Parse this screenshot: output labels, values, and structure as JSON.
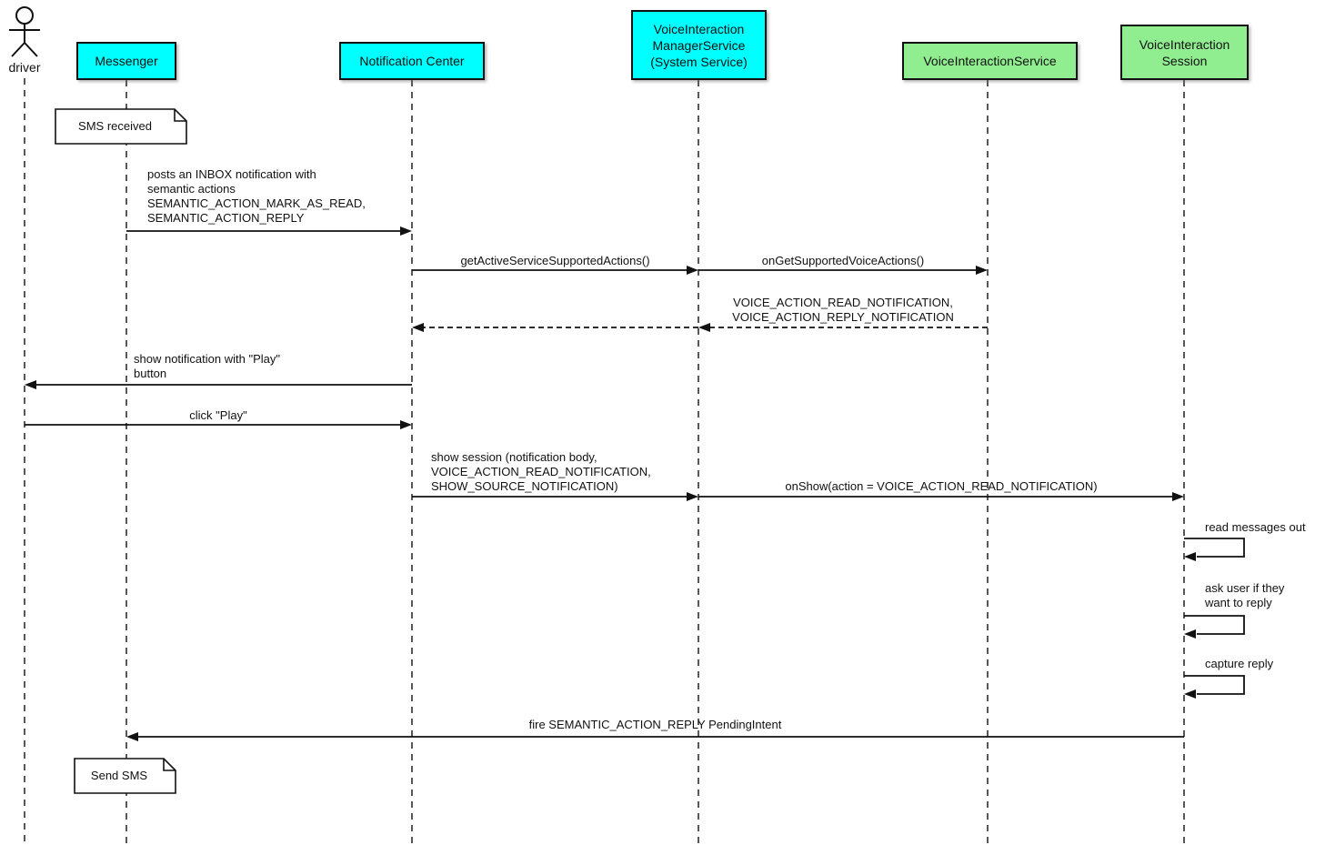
{
  "diagram_type": "uml-sequence-diagram",
  "colors": {
    "participant_system": "#00FFFF",
    "participant_service": "#90EE90",
    "line": "#111111",
    "note_background": "#FFFFFF",
    "background": "#FFFFFF"
  },
  "actor": {
    "label": "driver"
  },
  "participants": [
    {
      "id": "messenger",
      "label": "Messenger"
    },
    {
      "id": "notification-center",
      "label": "Notification Center"
    },
    {
      "id": "voice-interaction-manager-service",
      "label": "VoiceInteraction\nManagerService\n(System Service)"
    },
    {
      "id": "voice-interaction-service",
      "label": "VoiceInteractionService"
    },
    {
      "id": "voice-interaction-session",
      "label": "VoiceInteraction\nSession"
    }
  ],
  "notes": [
    {
      "label": "SMS received"
    },
    {
      "label": "Send SMS"
    }
  ],
  "messages": [
    {
      "from": "Messenger",
      "to": "Notification Center",
      "style": "solid",
      "label": "posts an INBOX notification with\nsemantic actions\nSEMANTIC_ACTION_MARK_AS_READ,\nSEMANTIC_ACTION_REPLY"
    },
    {
      "from": "Notification Center",
      "to": "VoiceInteractionManagerService",
      "style": "solid",
      "label": "getActiveServiceSupportedActions()"
    },
    {
      "from": "VoiceInteractionManagerService",
      "to": "VoiceInteractionService",
      "style": "solid",
      "label": "onGetSupportedVoiceActions()"
    },
    {
      "from": "VoiceInteractionService",
      "to": "VoiceInteractionManagerService",
      "style": "dashed-return",
      "label": "VOICE_ACTION_READ_NOTIFICATION,\nVOICE_ACTION_REPLY_NOTIFICATION"
    },
    {
      "from": "VoiceInteractionManagerService",
      "to": "Notification Center",
      "style": "dashed-return",
      "label": ""
    },
    {
      "from": "Notification Center",
      "to": "driver",
      "style": "solid",
      "label": "show notification with \"Play\"\nbutton"
    },
    {
      "from": "driver",
      "to": "Notification Center",
      "style": "solid",
      "label": "click \"Play\""
    },
    {
      "from": "Notification Center",
      "to": "VoiceInteractionManagerService",
      "style": "solid",
      "label": "show session (notification body,\nVOICE_ACTION_READ_NOTIFICATION,\nSHOW_SOURCE_NOTIFICATION)"
    },
    {
      "from": "VoiceInteractionManagerService",
      "to": "VoiceInteractionSession",
      "style": "solid",
      "label": "onShow(action = VOICE_ACTION_READ_NOTIFICATION)"
    },
    {
      "from": "VoiceInteractionSession",
      "to": "VoiceInteractionSession",
      "style": "self",
      "label": "read messages out"
    },
    {
      "from": "VoiceInteractionSession",
      "to": "VoiceInteractionSession",
      "style": "self",
      "label": "ask user if they\nwant to reply"
    },
    {
      "from": "VoiceInteractionSession",
      "to": "VoiceInteractionSession",
      "style": "self",
      "label": "capture reply"
    },
    {
      "from": "VoiceInteractionSession",
      "to": "Messenger",
      "style": "solid",
      "label": "fire SEMANTIC_ACTION_REPLY PendingIntent"
    }
  ]
}
